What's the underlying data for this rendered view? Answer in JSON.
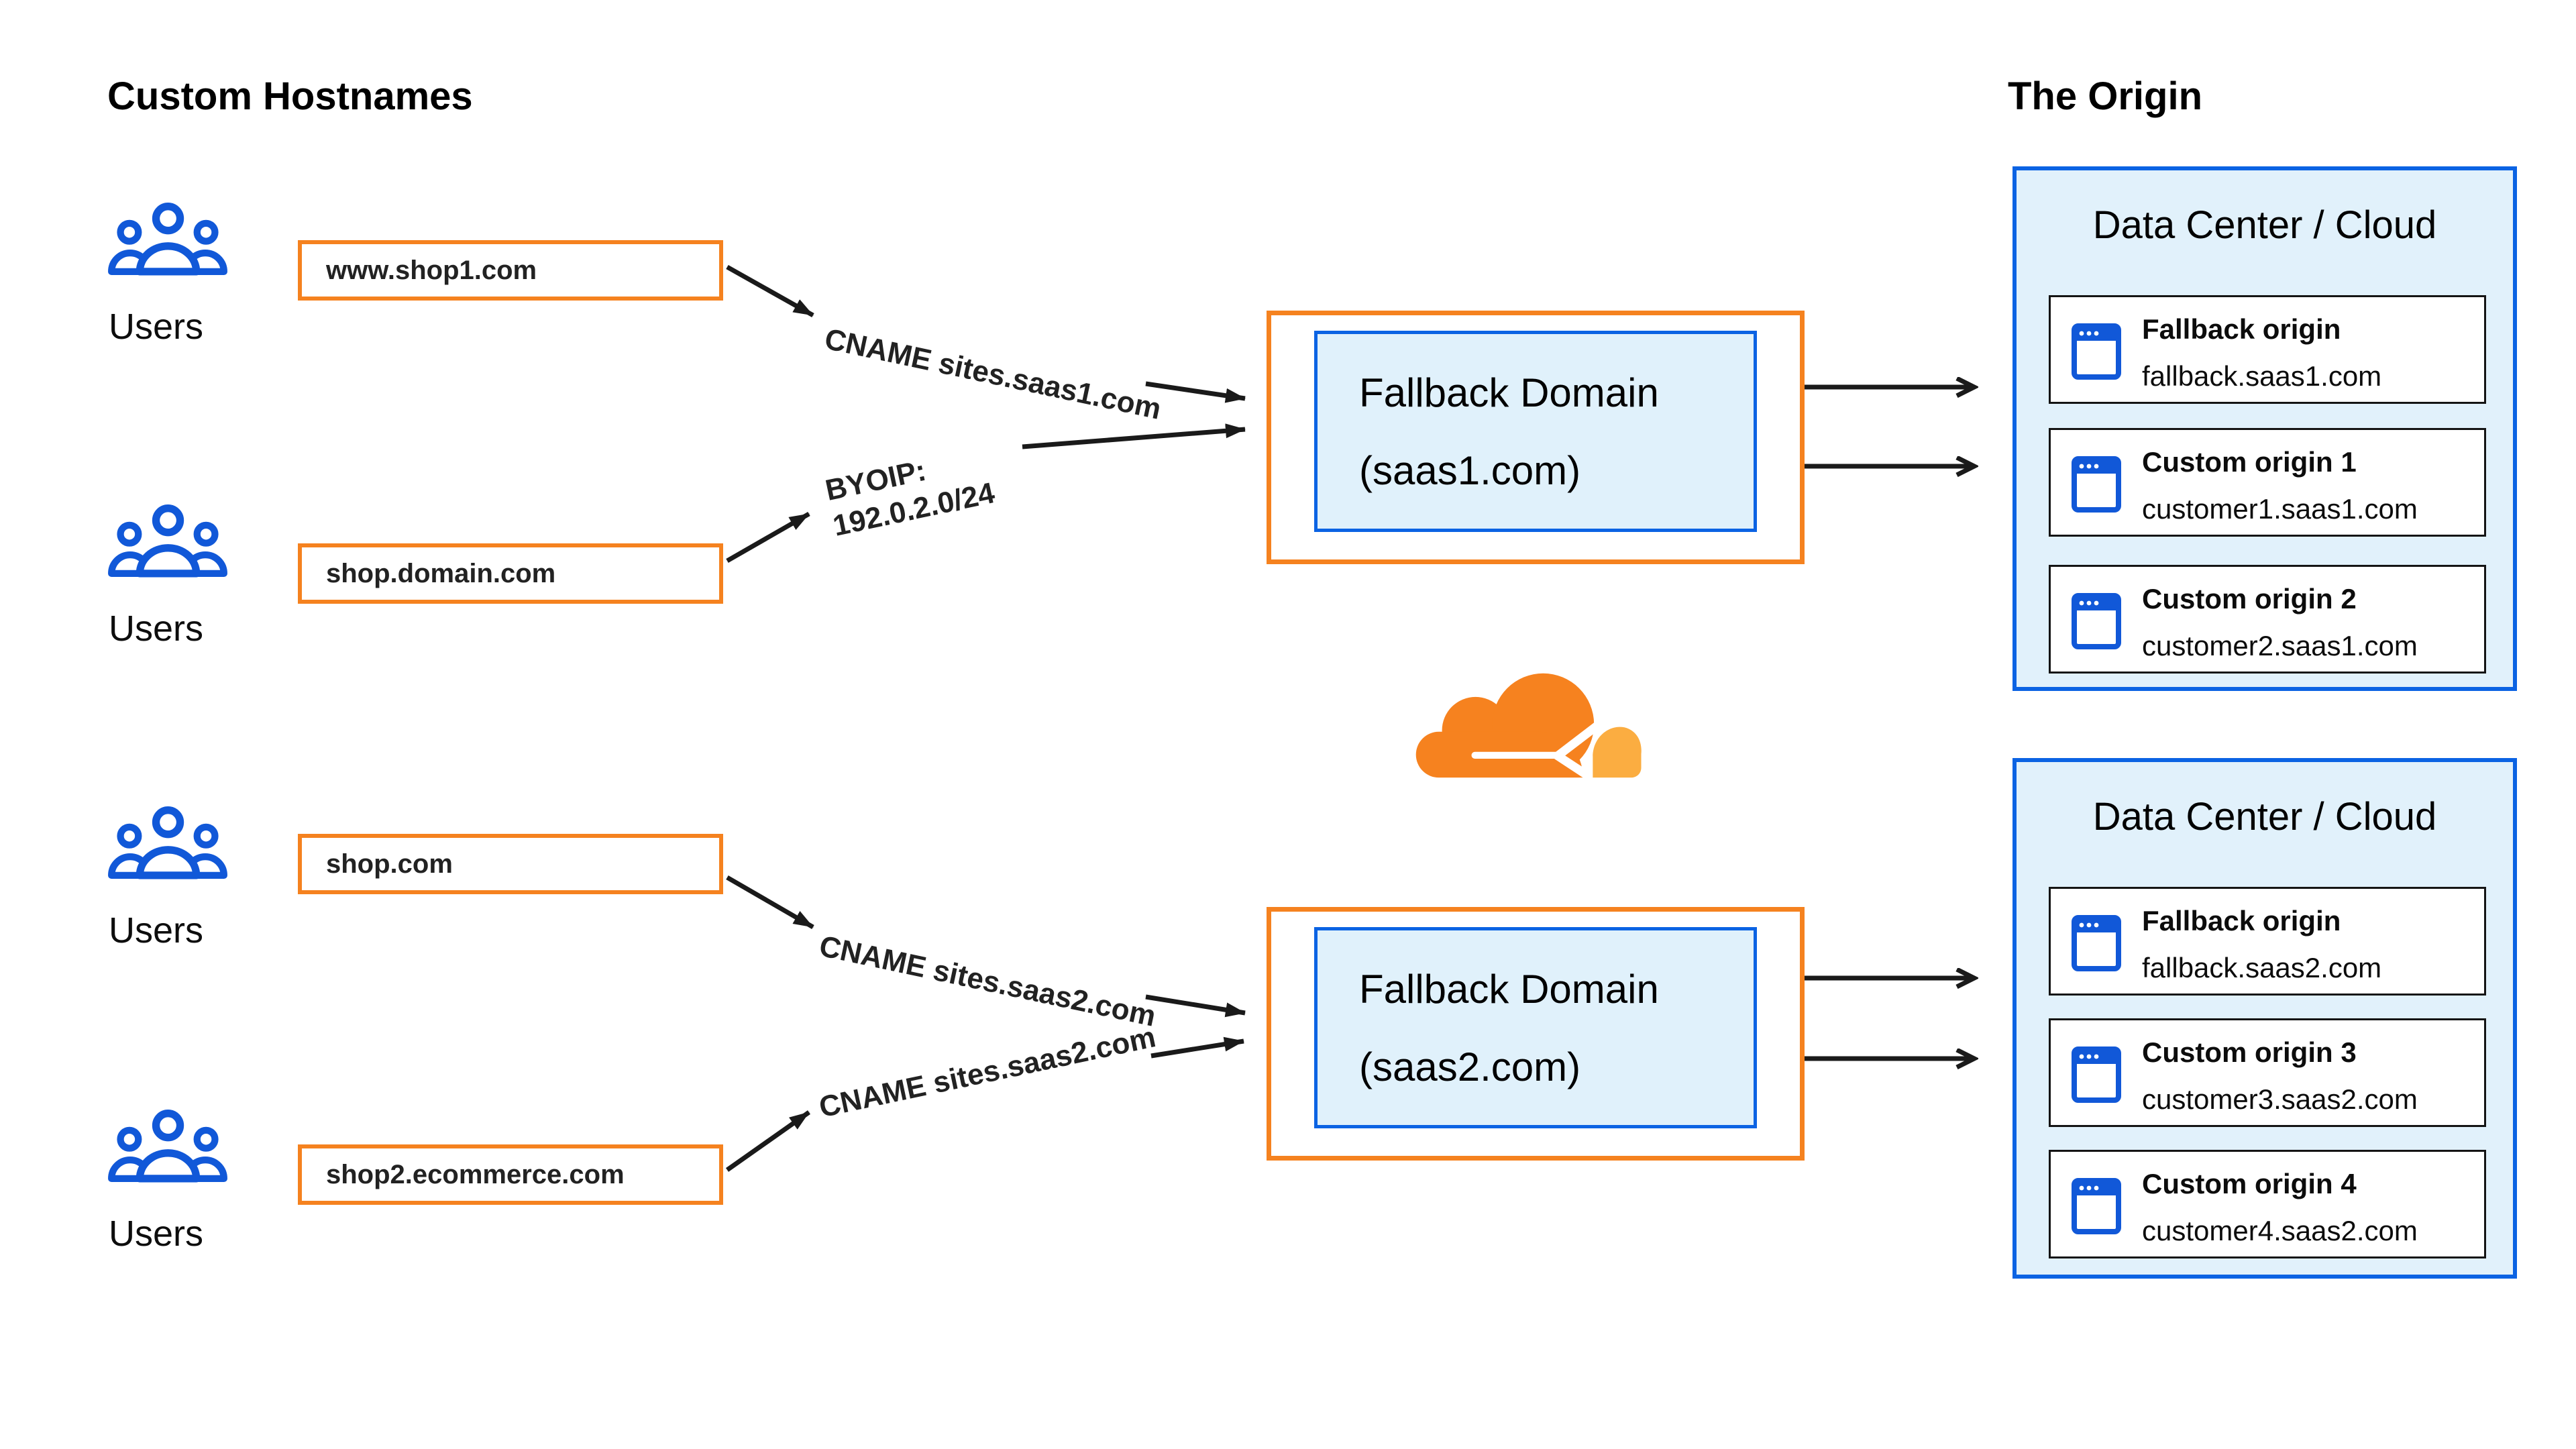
{
  "palette": {
    "orange": "#F5821F",
    "blue_border": "#0B63E3",
    "icon_blue": "#1158D8",
    "light_blue_fill": "#E1F1FB",
    "logo_orange": "#F6821F",
    "logo_light_orange": "#FBAD41",
    "line_black": "#1a1a1a"
  },
  "headings": {
    "left": "Custom Hostnames",
    "right": "The Origin"
  },
  "user_groups": [
    {
      "label": "Users",
      "hostname": "www.shop1.com"
    },
    {
      "label": "Users",
      "hostname": "shop.domain.com"
    },
    {
      "label": "Users",
      "hostname": "shop.com"
    },
    {
      "label": "Users",
      "hostname": "shop2.ecommerce.com"
    }
  ],
  "routes": [
    {
      "label": "CNAME sites.saas1.com"
    },
    {
      "label": "BYOIP:\n192.0.2.0/24"
    },
    {
      "label": "CNAME sites.saas2.com"
    },
    {
      "label": "CNAME sites.saas2.com"
    }
  ],
  "fallback_domains": [
    {
      "line1": "Fallback Domain",
      "line2": "(saas1.com)"
    },
    {
      "line1": "Fallback Domain",
      "line2": "(saas2.com)"
    }
  ],
  "logo": {
    "name": "Cloudflare"
  },
  "data_centers": [
    {
      "title": "Data Center / Cloud",
      "origins": [
        {
          "title": "Fallback origin",
          "host": "fallback.saas1.com"
        },
        {
          "title": "Custom origin 1",
          "host": "customer1.saas1.com"
        },
        {
          "title": "Custom origin 2",
          "host": "customer2.saas1.com"
        }
      ]
    },
    {
      "title": "Data Center / Cloud",
      "origins": [
        {
          "title": "Fallback origin",
          "host": "fallback.saas2.com"
        },
        {
          "title": "Custom origin 3",
          "host": "customer3.saas2.com"
        },
        {
          "title": "Custom origin 4",
          "host": "customer4.saas2.com"
        }
      ]
    }
  ]
}
